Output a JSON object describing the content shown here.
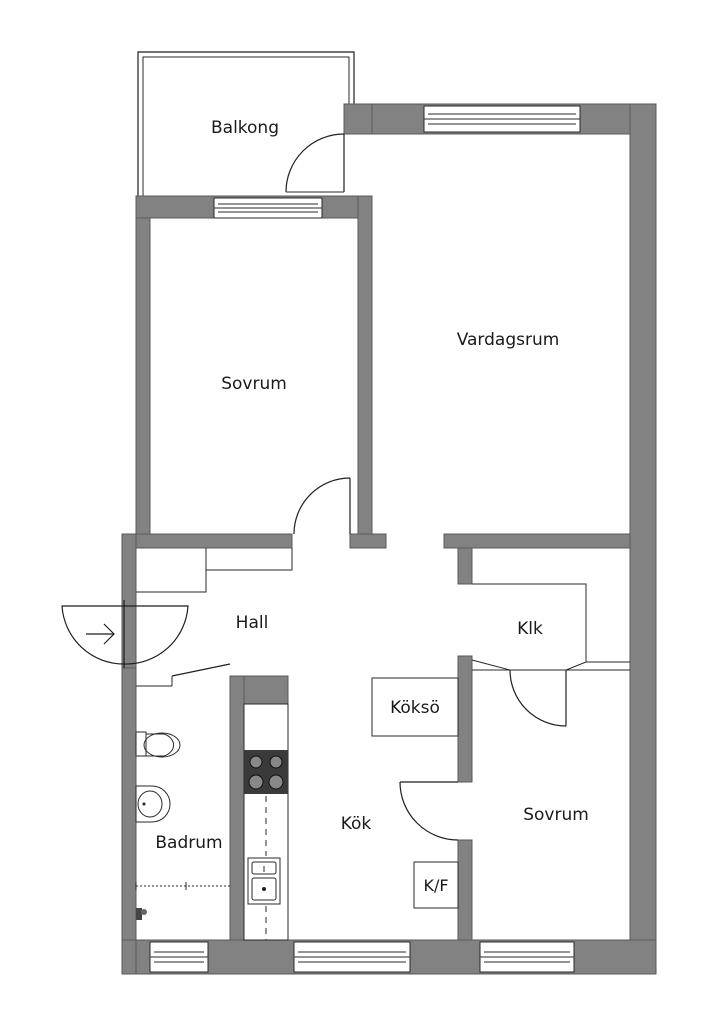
{
  "rooms": {
    "balkong": "Balkong",
    "vardagsrum": "Vardagsrum",
    "sovrum_left": "Sovrum",
    "hall": "Hall",
    "klk": "Klk",
    "koksö": "Köksö",
    "kok": "Kök",
    "badrum": "Badrum",
    "sovrum_right": "Sovrum",
    "kf": "K/F"
  },
  "icons": [
    "entrance-arrow-icon",
    "stove-icon",
    "sink-icon",
    "toilet-icon",
    "washbasin-icon",
    "faucet-icon"
  ]
}
